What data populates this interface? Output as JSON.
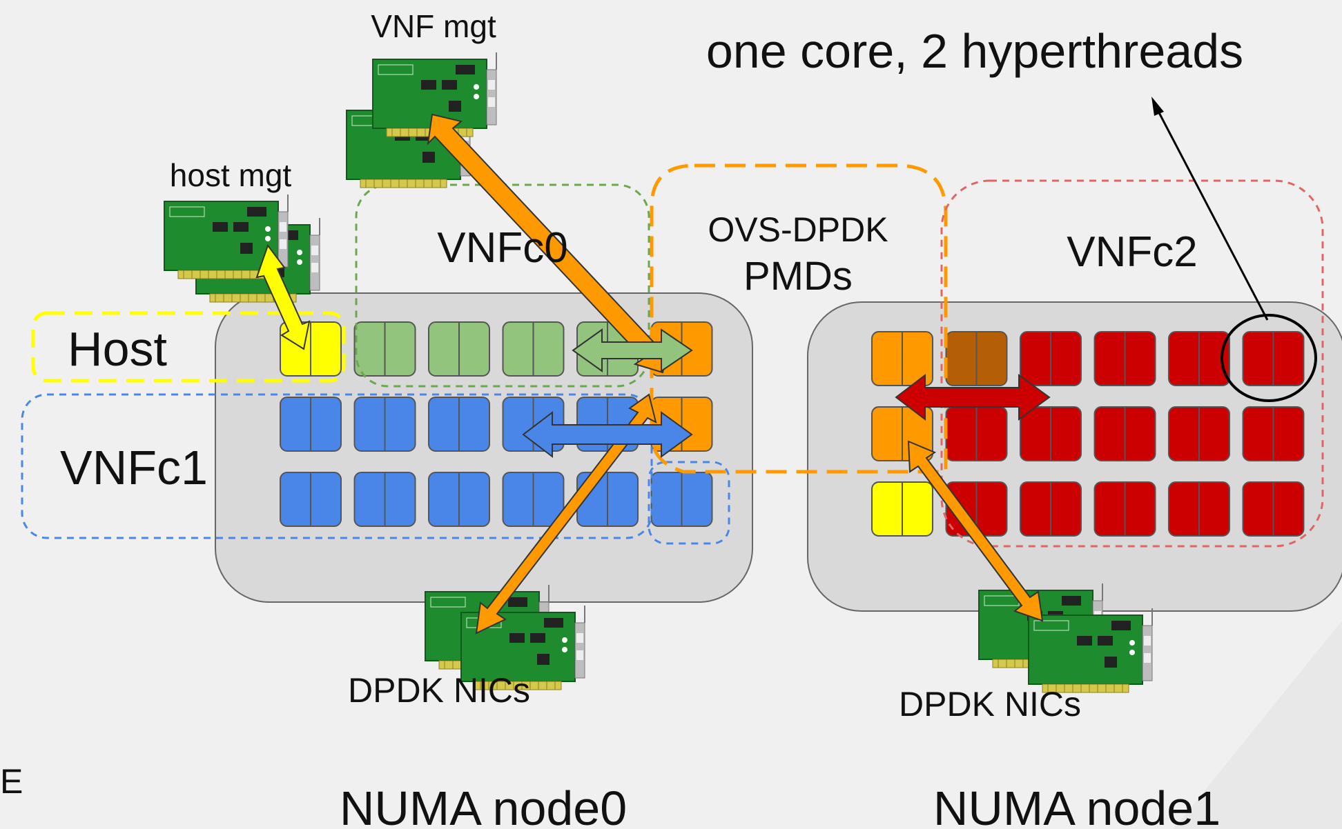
{
  "labels": {
    "vnf_mgt": "VNF mgt",
    "host_mgt": "host mgt",
    "annotation": "one core, 2 hyperthreads",
    "vnfc0": "VNFc0",
    "ovs_line1": "OVS-DPDK",
    "ovs_line2": "PMDs",
    "vnfc2": "VNFc2",
    "host": "Host",
    "vnfc1": "VNFc1",
    "dpdk_nics_0": "DPDK NICs",
    "dpdk_nics_1": "DPDK NICs",
    "numa0": "NUMA node0",
    "numa1": "NUMA node1",
    "edge_glyph": "E"
  },
  "numa_nodes": [
    {
      "name": "NUMA node0",
      "core_rows": [
        [
          "host",
          "vnfc0",
          "vnfc0",
          "vnfc0",
          "vnfc0",
          "ovs"
        ],
        [
          "vnfc1",
          "vnfc1",
          "vnfc1",
          "vnfc1",
          "vnfc1",
          "ovs"
        ],
        [
          "vnfc1",
          "vnfc1",
          "vnfc1",
          "vnfc1",
          "vnfc1",
          "vnfc1"
        ]
      ]
    },
    {
      "name": "NUMA node1",
      "core_rows": [
        [
          "ovs",
          "other",
          "vnfc2",
          "vnfc2",
          "vnfc2",
          "vnfc2"
        ],
        [
          "ovs",
          "vnfc2",
          "vnfc2",
          "vnfc2",
          "vnfc2",
          "vnfc2"
        ],
        [
          "host",
          "vnfc2",
          "vnfc2",
          "vnfc2",
          "vnfc2",
          "vnfc2"
        ]
      ]
    }
  ],
  "colors": {
    "host": "#ffff00",
    "vnfc0": "#93c47d",
    "vnfc1": "#4a86e8",
    "vnfc2": "#cc0000",
    "ovs": "#ff9900",
    "other": "#b45f06",
    "numa_box": "#d9d9d9",
    "nic_board": "#1e8c2e",
    "host_outline": "#ffff00",
    "vnfc0_outline": "#6aa84f",
    "vnfc1_outline": "#4a86e8",
    "vnfc2_outline": "#e06666",
    "ovs_outline": "#ff9900"
  },
  "icons": [
    "nic-card-icon"
  ]
}
